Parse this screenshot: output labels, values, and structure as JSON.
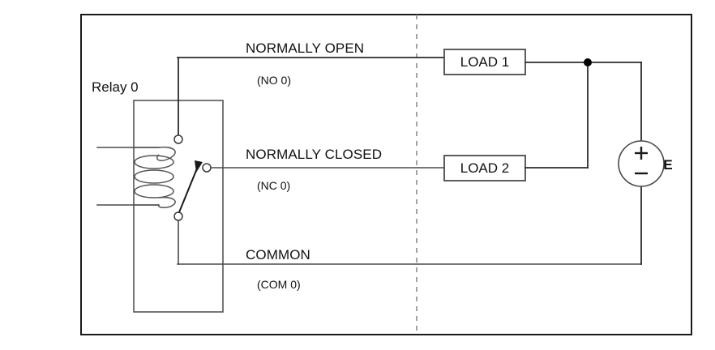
{
  "diagram": {
    "title_visible": false,
    "relay": {
      "label": "Relay 0",
      "terminals": [
        {
          "name": "normally-open",
          "main_label": "NORMALLY OPEN",
          "sub_label": "(NO 0)"
        },
        {
          "name": "normally-closed",
          "main_label": "NORMALLY CLOSED",
          "sub_label": "(NC 0)"
        },
        {
          "name": "common",
          "main_label": "COMMON",
          "sub_label": "(COM 0)"
        }
      ]
    },
    "loads": [
      {
        "name": "load-1",
        "label": "LOAD 1"
      },
      {
        "name": "load-2",
        "label": "LOAD 2"
      }
    ],
    "source": {
      "label": "E",
      "plus": "+",
      "minus": "−"
    },
    "colors": {
      "wire": "#4a4a4a",
      "frame": "#1a1a1a",
      "divider": "#8c8c8c",
      "text": "#111111",
      "background": "#ffffff"
    }
  }
}
